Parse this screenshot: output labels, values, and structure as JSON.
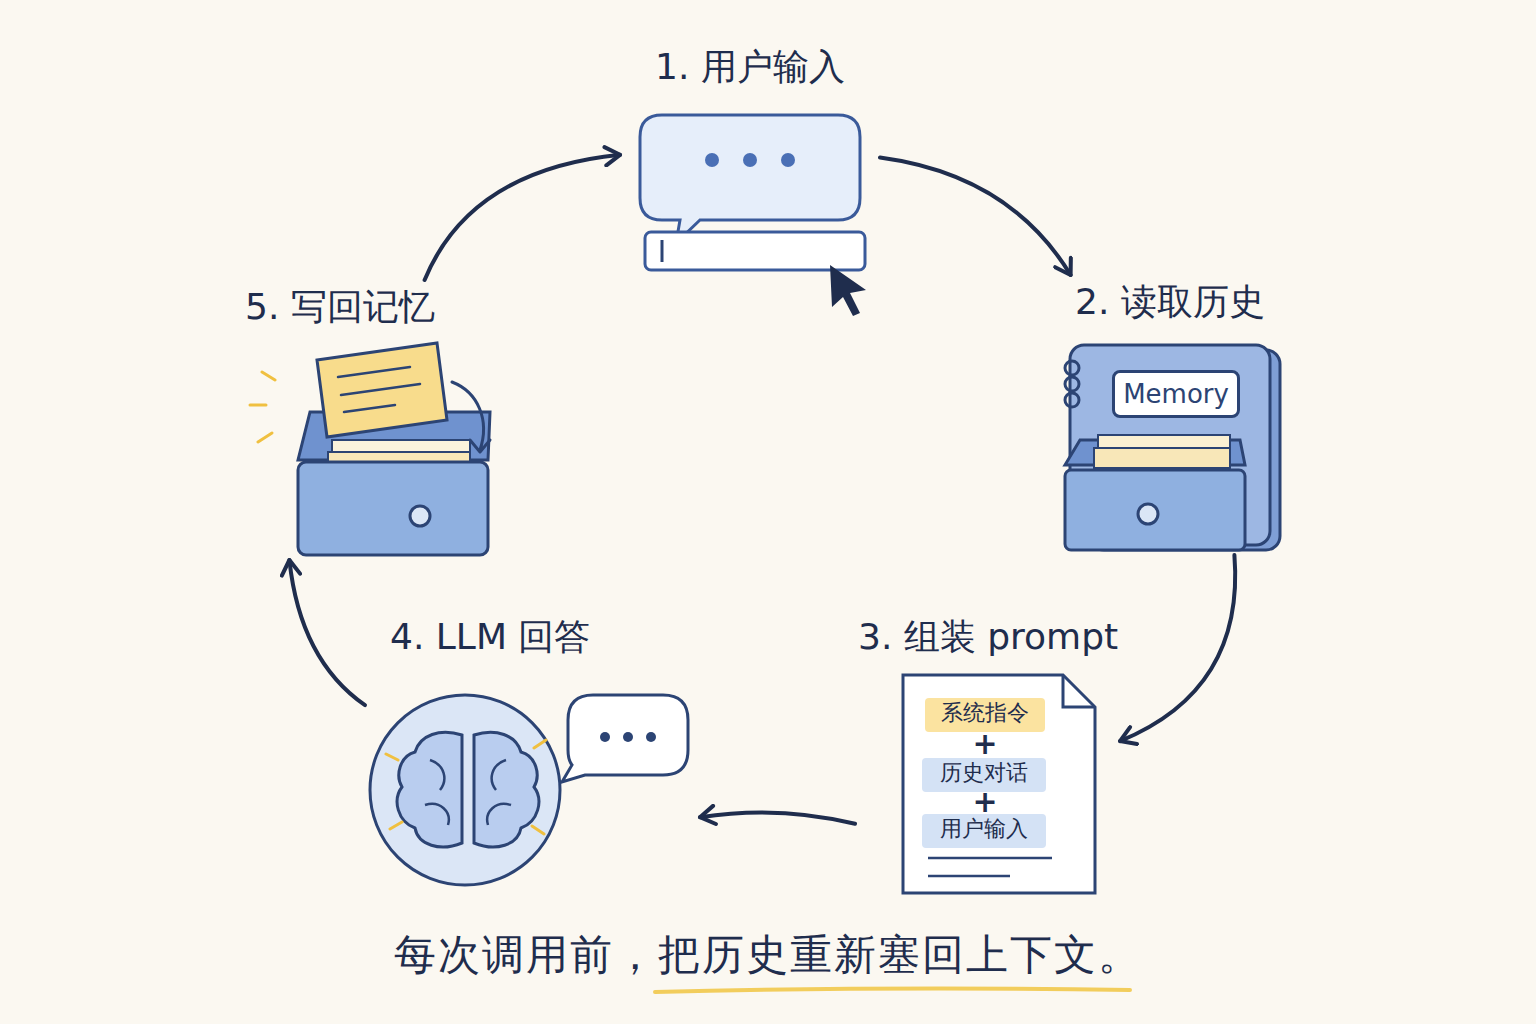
{
  "diagram": {
    "caption": "每次调用前，把历史重新塞回上下文。",
    "nodes": [
      {
        "text": [
          "1. 用户输入"
        ]
      },
      {
        "text": [
          "2. 读取历史",
          "Memory"
        ]
      },
      {
        "text": [
          "3. 组装 prompt"
        ]
      },
      {
        "text": [
          "系统指令"
        ],
        "in": 2
      },
      {
        "text": [
          "历史对话"
        ],
        "in": 2
      },
      {
        "text": [
          "用户输入"
        ],
        "in": 2
      },
      {
        "text": [
          "4. LLM 回答"
        ]
      },
      {
        "text": [
          "5. 写回记忆"
        ]
      }
    ],
    "edges": [
      {
        "from": 0,
        "to": 1,
        "arrow": "to"
      },
      {
        "from": 1,
        "to": 2,
        "arrow": "to"
      },
      {
        "from": 2,
        "to": 6,
        "arrow": "to"
      },
      {
        "from": 6,
        "to": 7,
        "arrow": "to"
      },
      {
        "from": 7,
        "to": 0,
        "arrow": "to"
      }
    ],
    "labels": [
      "+",
      "+"
    ]
  }
}
